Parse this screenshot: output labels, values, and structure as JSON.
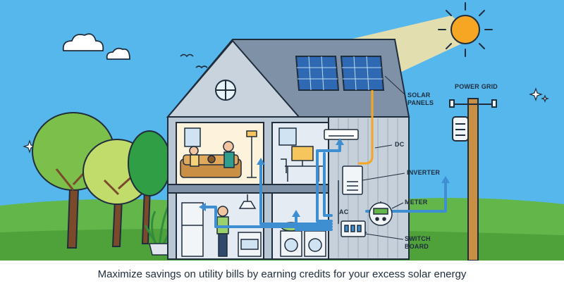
{
  "labels": {
    "power_grid": "POWER GRID",
    "solar_panels_line1": "SOLAR",
    "solar_panels_line2": "PANELS",
    "dc": "DC",
    "inverter": "INVERTER",
    "meter": "METER",
    "ac": "AC",
    "switch_board_line1": "SWITCH",
    "switch_board_line2": "BOARD"
  },
  "caption": "Maximize savings on utility bills by earning credits for your excess solar energy",
  "colors": {
    "sky": "#56b7ec",
    "ground": "#63b64a",
    "sun": "#f6a623",
    "sun_rays": "#fbe5a6",
    "house_wall": "#b9c6d3",
    "roof": "#7f91a6",
    "solar_panel": "#2f69b3",
    "dc_wire": "#f5a623",
    "ac_flow": "#3d8fd1",
    "outline": "#1f2d3d"
  },
  "icons": [
    "sun-icon",
    "cloud-icon",
    "bird-icon",
    "sparkle-icon",
    "tree-icon",
    "solar-panel-icon",
    "power-pole-icon",
    "inverter-icon",
    "meter-icon",
    "switch-board-icon"
  ]
}
